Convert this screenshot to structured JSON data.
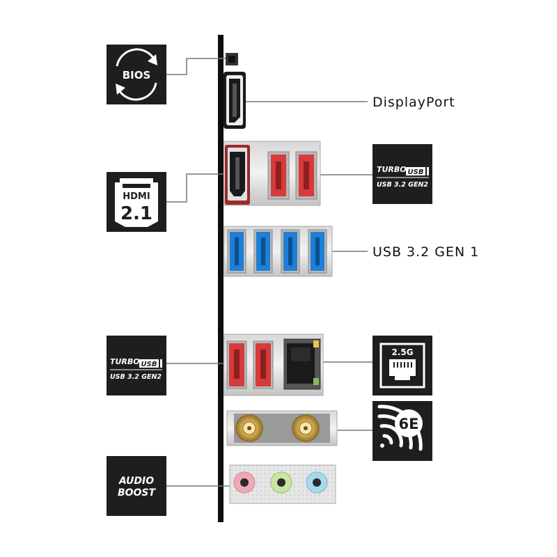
{
  "labels": {
    "displayport": "DisplayPort",
    "usb_gen1": "USB 3.2 GEN 1"
  },
  "badges": {
    "bios": "BIOS",
    "hdmi_word": "HDMI",
    "hdmi_version": "2.1",
    "turbo_usb_top": {
      "turbo": "TURBO",
      "usb": "USB",
      "sub": "USB 3.2 GEN2"
    },
    "turbo_usb_bottom": {
      "turbo": "TURBO",
      "usb": "USB",
      "sub": "USB 3.2 GEN2"
    },
    "lan_speed": "2.5G",
    "wifi": "6E",
    "audio_line1": "AUDIO",
    "audio_line2": "BOOST"
  },
  "icons": {
    "bios": "bios-flashback-icon",
    "hdmi": "hdmi-2-1-icon",
    "lan": "ethernet-2-5g-icon",
    "wifi": "wifi-6e-icon"
  },
  "colors": {
    "tile": "#1e1e1e",
    "usb_gen2_red": "#d63a3a",
    "usb_gen1_blue": "#1f7fd6",
    "audio_pink": "#f0a9b4",
    "audio_green": "#c8e6a0",
    "audio_blue": "#a8d8ec",
    "antenna_gold": "#c9a24a"
  }
}
